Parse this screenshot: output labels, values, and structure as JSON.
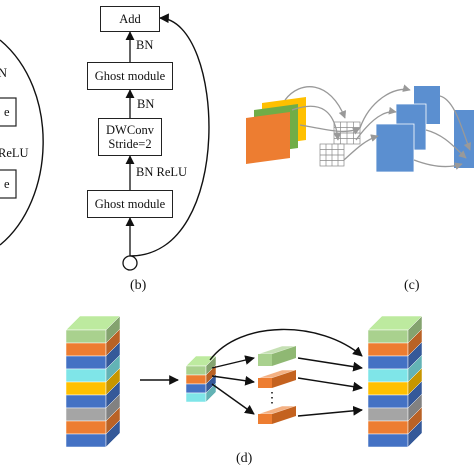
{
  "panel_a": {
    "labels_visible": [
      "N",
      "e",
      "ReLU",
      "e"
    ]
  },
  "panel_b": {
    "caption": "(b)",
    "add": "Add",
    "ghost_top": "Ghost module",
    "dwconv": "DWConv\nStride=2",
    "ghost_bottom": "Ghost module",
    "bn_1": "BN",
    "bn_2": "BN",
    "bn_relu": "BN ReLU"
  },
  "panel_c": {
    "caption": "(c)",
    "colors": {
      "orange": "#ED7D31",
      "green": "#70AD47",
      "yellow": "#FFC000",
      "blue": "#5B8FD0"
    }
  },
  "panel_d": {
    "caption": "(d)",
    "ellipsis": "⋮",
    "stack_colors": [
      "#A9D18E",
      "#ED7D31",
      "#4472C4",
      "#7FE5E8",
      "#FFC000",
      "#4472C4",
      "#A5A5A5",
      "#ED7D31",
      "#4472C4"
    ]
  }
}
